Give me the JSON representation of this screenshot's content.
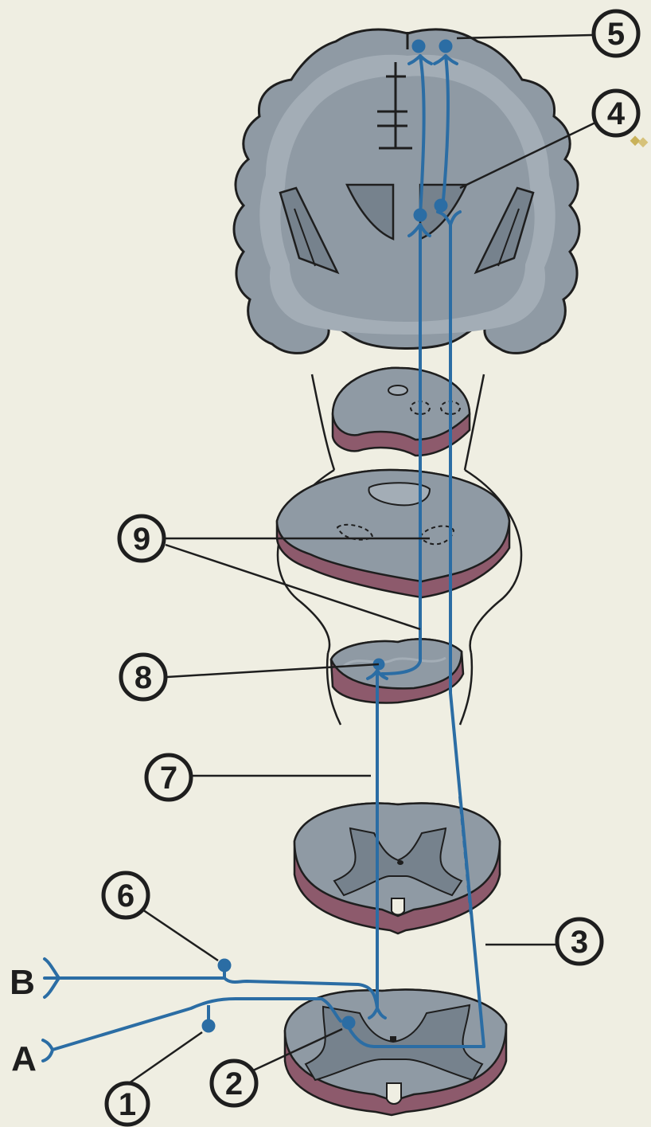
{
  "colors": {
    "background": "#efeee2",
    "tissue": "#8f9aa4",
    "tissue_light": "#a3adb6",
    "tissue_dark": "#76828d",
    "pink": "#8d5a6c",
    "outline": "#1e1e1e",
    "pathway": "#2b6da4"
  },
  "labels": {
    "n1": "1",
    "n2": "2",
    "n3": "3",
    "n4": "4",
    "n5": "5",
    "n6": "6",
    "n7": "7",
    "n8": "8",
    "n9": "9",
    "A": "A",
    "B": "B"
  }
}
